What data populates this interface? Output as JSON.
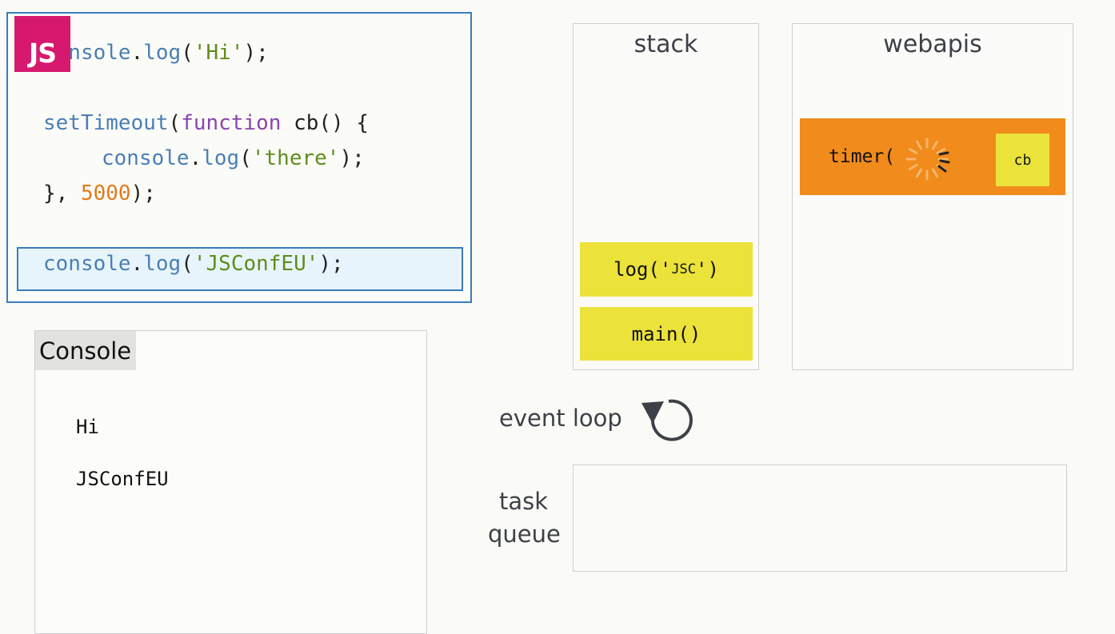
{
  "code": {
    "logo": "JS",
    "line1": {
      "obj": "console",
      "dot": ".",
      "method": "log",
      "open": "(",
      "arg": "'Hi'",
      "close": ");"
    },
    "line2": {
      "method": "setTimeout",
      "open": "(",
      "kw": "function",
      "name": " cb() {"
    },
    "line3": {
      "obj": "console",
      "dot": ".",
      "method": "log",
      "open": "(",
      "arg": "'there'",
      "close": ");"
    },
    "line4": {
      "start": "}, ",
      "num": "5000",
      "close": ");"
    },
    "line5": {
      "obj": "console",
      "dot": ".",
      "method": "log",
      "open": "(",
      "arg": "'JSConfEU'",
      "close": ");"
    }
  },
  "console": {
    "title": "Console",
    "lines": [
      "Hi",
      "JSConfEU"
    ]
  },
  "stack": {
    "title": "stack",
    "frames": [
      {
        "prefix": "log('",
        "small": "JSC",
        "suffix": "')"
      },
      {
        "label": "main()"
      }
    ]
  },
  "webapis": {
    "title": "webapis",
    "timer_label": "timer(",
    "callback": "cb"
  },
  "event_loop": {
    "label": "event loop",
    "icon": "loop-arrow-icon"
  },
  "task_queue": {
    "label_line1": "task",
    "label_line2": "queue"
  },
  "colors": {
    "accent_logo": "#d6196f",
    "frame_yellow": "#ebe23a",
    "timer_orange": "#f08b1c",
    "highlight_border": "#3a7bbf"
  }
}
